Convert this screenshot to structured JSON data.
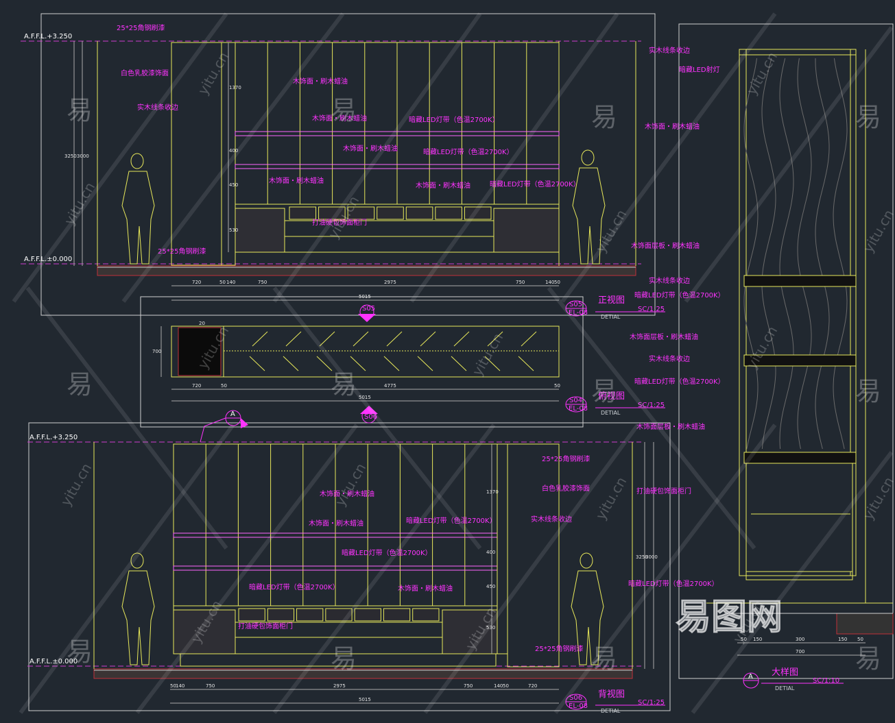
{
  "views": {
    "front": {
      "label": "正视图",
      "tag": "S05",
      "tag_sub": "EL-08",
      "detail": "DETIAL",
      "scale": "SC/1:25"
    },
    "top": {
      "label": "俯视图",
      "tag": "S04",
      "tag_sub": "EL-08",
      "detail": "DETIAL",
      "scale": "SC/1:25"
    },
    "back": {
      "label": "背视图",
      "tag": "S06",
      "tag_sub": "EL-08",
      "detail": "DETIAL",
      "scale": "SC/1:25"
    },
    "section": {
      "label": "大样图",
      "tag": "A",
      "detail": "DETIAL",
      "scale": "SC/1:10"
    }
  },
  "levels": {
    "top": "A.F.F.L.+3.250",
    "bottom": "A.F.F.L.±0.000"
  },
  "front_notes": [
    "25*25角钢刷漆",
    "白色乳胶漆饰面",
    "实木线条收边",
    "木饰面・刷木蜡油",
    "木饰面・刷木蜡油",
    "暗藏LED灯带（色温2700K）",
    "木饰面・刷木蜡油",
    "暗藏LED灯带（色温2700K）",
    "木饰面・刷木蜡油",
    "木饰面・刷木蜡油",
    "暗藏LED灯带（色温2700K）",
    "打油硬包饰面柜门",
    "25*25角钢刷漆"
  ],
  "front_dims": [
    "720",
    "50",
    "140",
    "750",
    "2975",
    "750",
    "140",
    "50",
    "5015"
  ],
  "front_vdims": [
    "3250",
    "3000",
    "1370",
    "400",
    "450",
    "530"
  ],
  "top_dims": [
    "720",
    "50",
    "4775",
    "50",
    "5015"
  ],
  "top_vdims": [
    "700",
    "20"
  ],
  "back_notes": [
    "25*25角钢刷漆",
    "白色乳胶漆饰面",
    "实木线条收边",
    "木饰面・刷木蜡油",
    "木饰面・刷木蜡油",
    "暗藏LED灯带（色温2700K）",
    "暗藏LED灯带（色温2700K）",
    "暗藏LED灯带（色温2700K）",
    "木饰面・刷木蜡油",
    "打油硬包饰面柜门",
    "25*25角钢刷漆"
  ],
  "back_dims": [
    "50",
    "140",
    "750",
    "2975",
    "750",
    "140",
    "50",
    "720",
    "5015"
  ],
  "section_notes": [
    "实木线条收边",
    "暗藏LED射灯",
    "木饰面・刷木蜡油",
    "木饰面层板・刷木蜡油",
    "实木线条收边",
    "暗藏LED灯带（色温2700K）",
    "木饰面层板・刷木蜡油",
    "实木线条收边",
    "暗藏LED灯带（色温2700K）",
    "木饰面层板・刷木蜡油",
    "打油硬包饰面柜门",
    "暗藏LED灯带（色温2700K）"
  ],
  "section_dims": [
    "50",
    "150",
    "300",
    "150",
    "50",
    "700"
  ],
  "watermark": {
    "glyph": "易",
    "latin": "yitu.cn",
    "logo": "易图网"
  },
  "colors": {
    "bg": "#212830",
    "line": "#e8e85a",
    "magenta": "#ff33ff",
    "frame": "#d7d7d7",
    "floor": "#c0303a"
  }
}
